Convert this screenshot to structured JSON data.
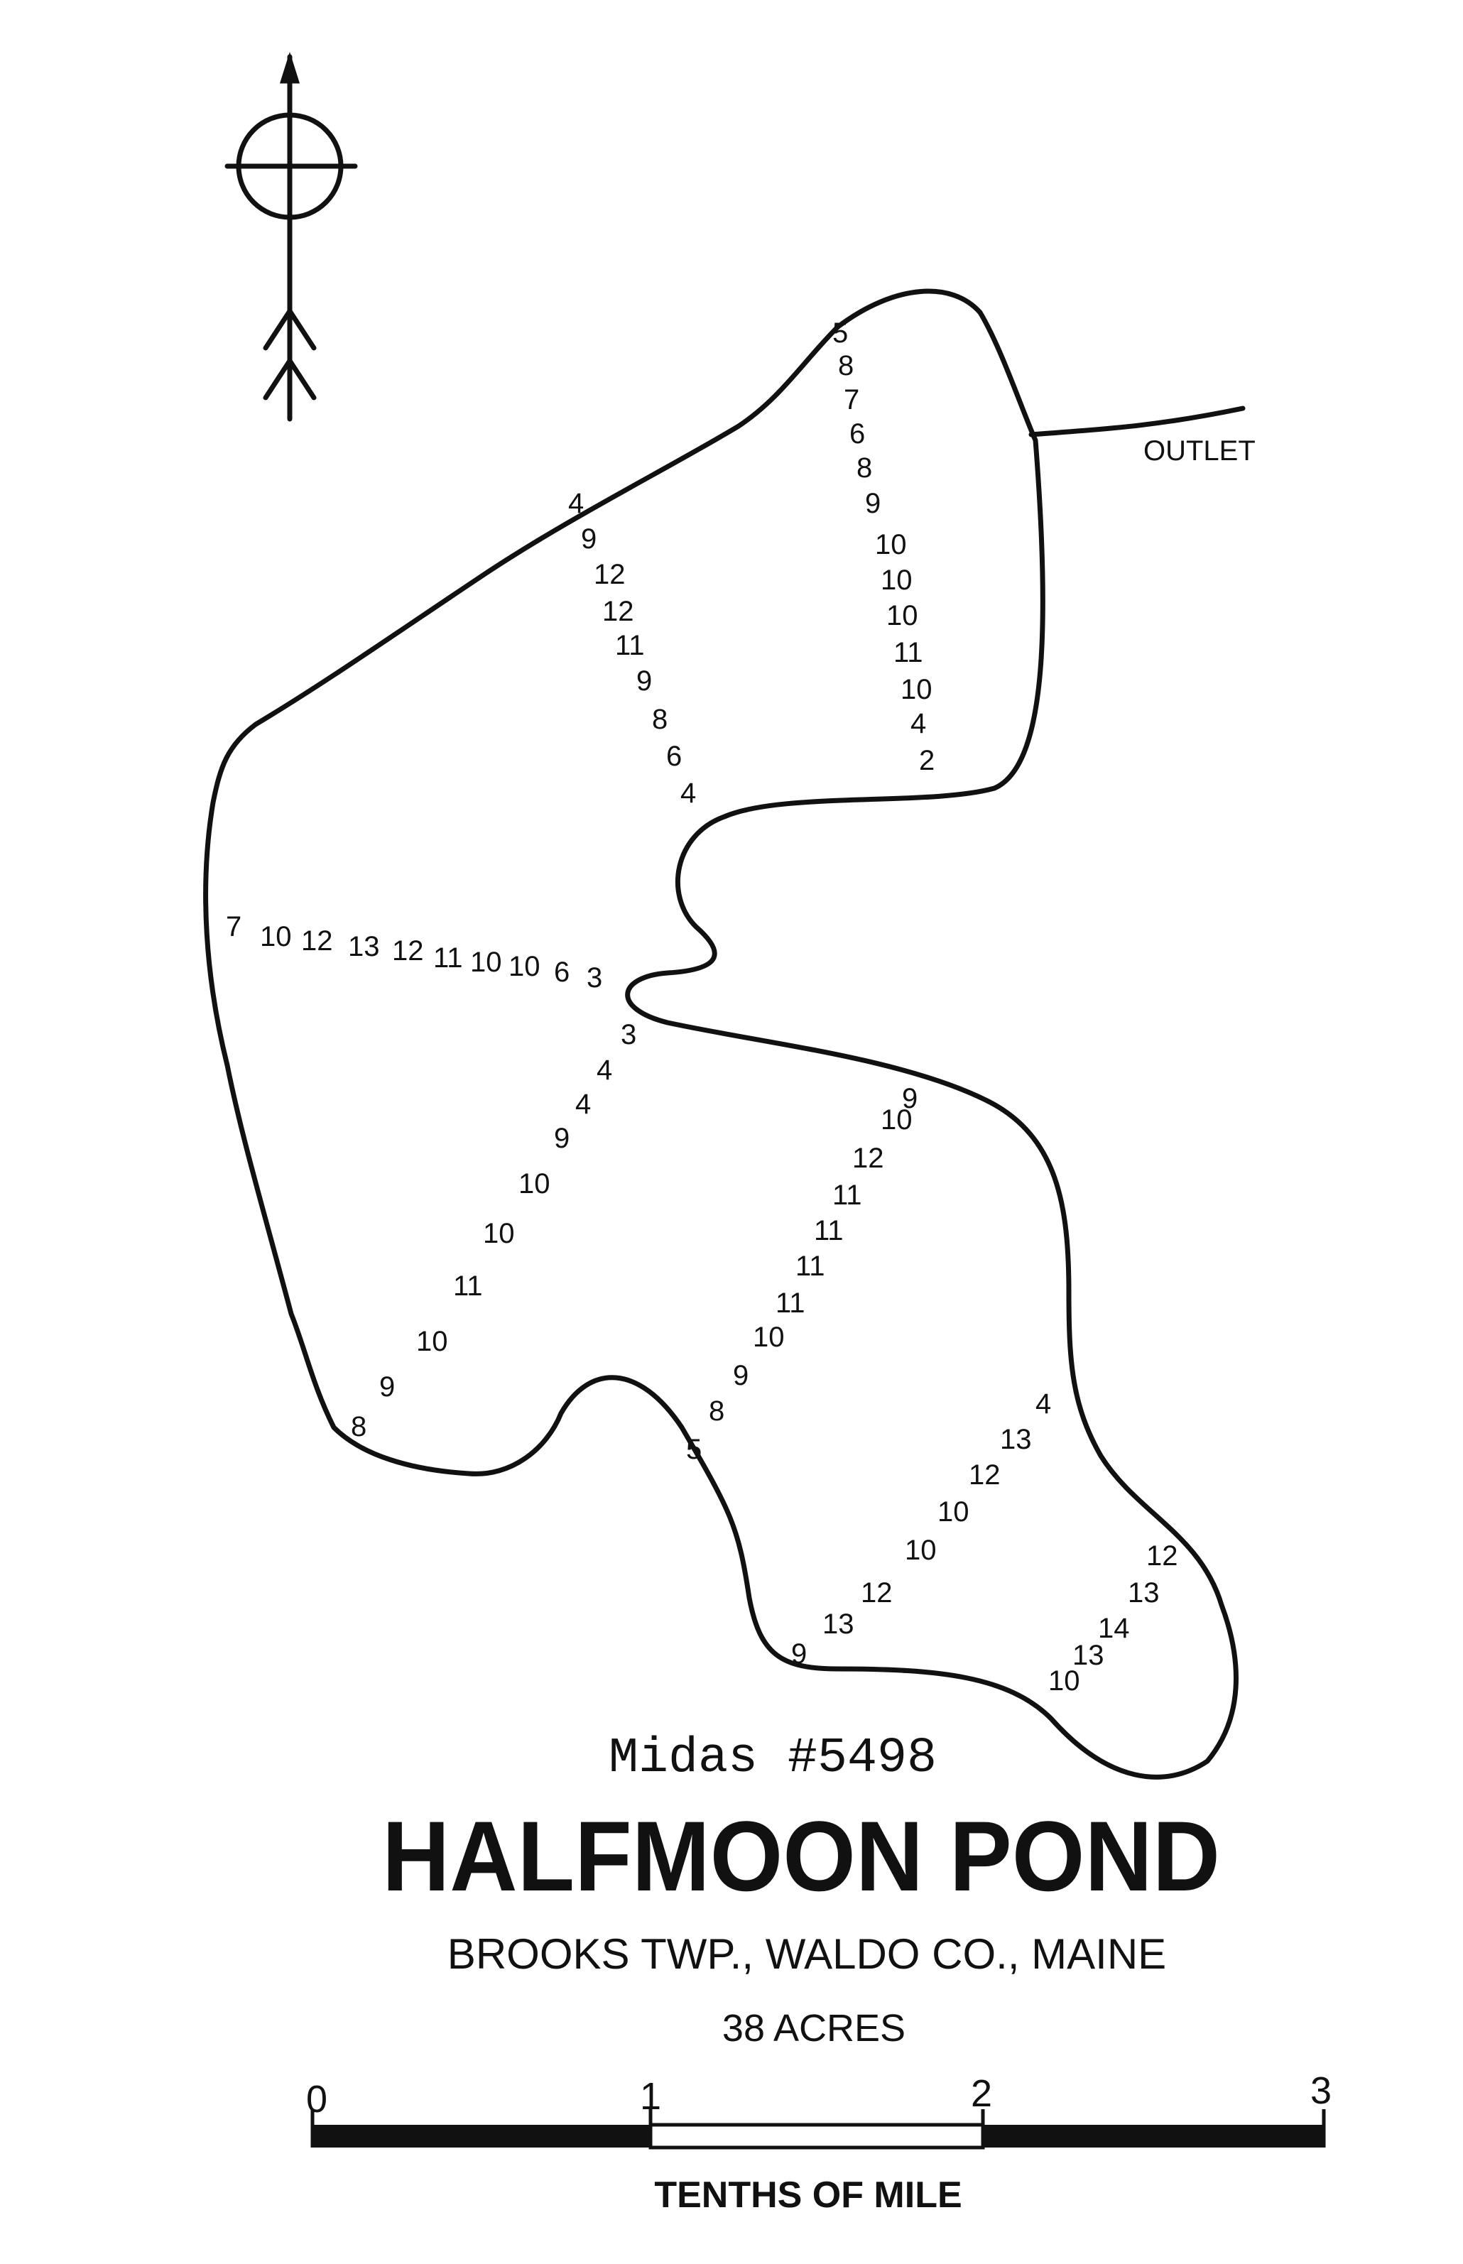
{
  "map": {
    "midas_id": "Midas #5498",
    "title": "HALFMOON POND",
    "location": "BROOKS TWP., WALDO CO., MAINE",
    "area": "38 ACRES",
    "outlet_label": "OUTLET",
    "compass_icon": "north-arrow-icon",
    "line_color": "#111111"
  },
  "scale": {
    "ticks": [
      "0",
      "1",
      "2",
      "3"
    ],
    "unit": "TENTHS OF MILE"
  },
  "transects": [
    {
      "name": "north-east",
      "depths": [
        "5",
        "8",
        "7",
        "6",
        "8",
        "9",
        "10",
        "10",
        "10",
        "11",
        "10",
        "4",
        "2"
      ]
    },
    {
      "name": "north-west",
      "depths": [
        "4",
        "9",
        "12",
        "12",
        "11",
        "9",
        "8",
        "6",
        "4"
      ]
    },
    {
      "name": "west",
      "depths": [
        "7",
        "10",
        "12",
        "13",
        "12",
        "11",
        "10",
        "10",
        "6",
        "3"
      ]
    },
    {
      "name": "south-west",
      "depths": [
        "3",
        "4",
        "4",
        "9",
        "10",
        "10",
        "11",
        "10",
        "9",
        "8"
      ]
    },
    {
      "name": "south-central",
      "depths": [
        "9",
        "10",
        "12",
        "11",
        "11",
        "11",
        "11",
        "10",
        "9",
        "8",
        "5"
      ]
    },
    {
      "name": "south-east",
      "depths": [
        "4",
        "13",
        "12",
        "10",
        "10",
        "12",
        "13",
        "9"
      ]
    },
    {
      "name": "south-east-tip",
      "depths": [
        "12",
        "13",
        "14",
        "13",
        "10"
      ]
    }
  ]
}
